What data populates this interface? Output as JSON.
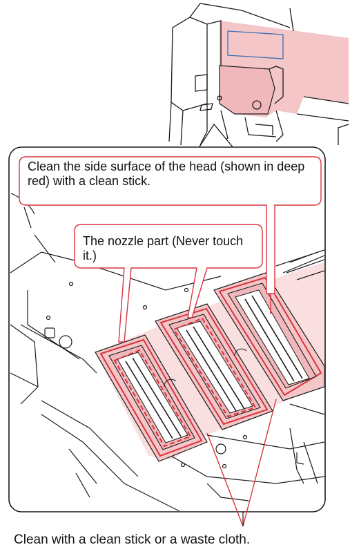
{
  "callouts": {
    "side_surface": "Clean the side surface of the head (shown in deep red) with a clean stick.",
    "nozzle": "The nozzle part (Never touch it.)"
  },
  "caption": "Clean with a clean stick or a waste cloth.",
  "colors": {
    "highlight_fill": "#f4c6c8",
    "highlight_fill_light": "#f9dfe0",
    "deep_red_outline": "#d9323d",
    "nozzle_dash": "#e02b37",
    "line": "#1a1a1a"
  }
}
